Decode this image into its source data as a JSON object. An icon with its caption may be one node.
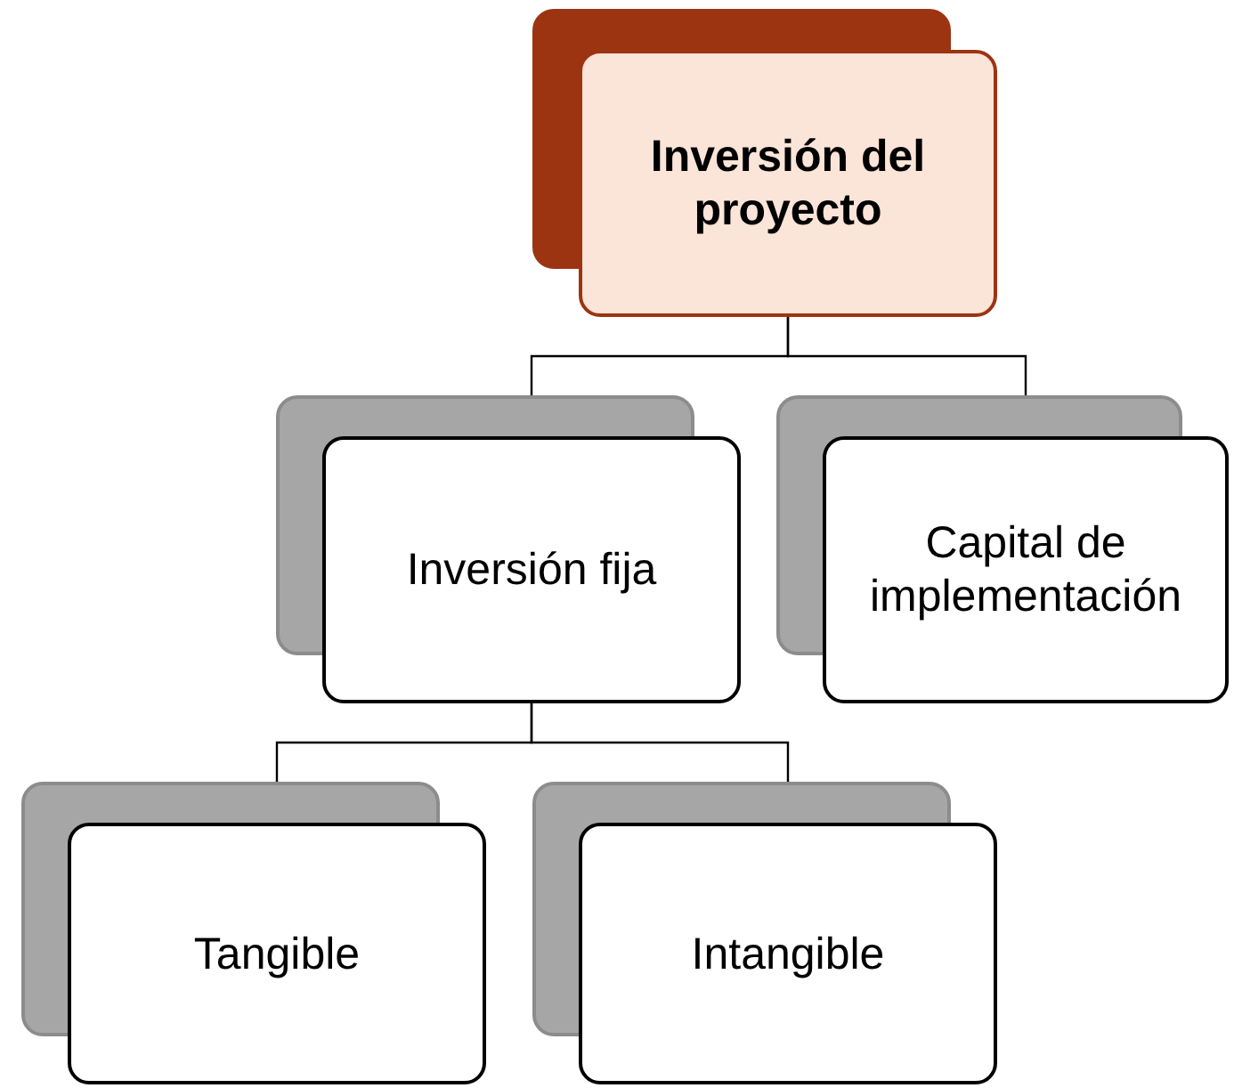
{
  "diagram": {
    "nodes": [
      {
        "text": [
          "Inversión del proyecto"
        ]
      },
      {
        "text": [
          "Inversión fija"
        ]
      },
      {
        "text": [
          "Capital de implementación"
        ]
      },
      {
        "text": [
          "Tangible"
        ]
      },
      {
        "text": [
          "Intangible"
        ]
      }
    ],
    "edges": [
      {
        "from": 0,
        "to": 1,
        "arrow": "none"
      },
      {
        "from": 0,
        "to": 2,
        "arrow": "none"
      },
      {
        "from": 1,
        "to": 3,
        "arrow": "none"
      },
      {
        "from": 1,
        "to": 4,
        "arrow": "none"
      }
    ]
  }
}
